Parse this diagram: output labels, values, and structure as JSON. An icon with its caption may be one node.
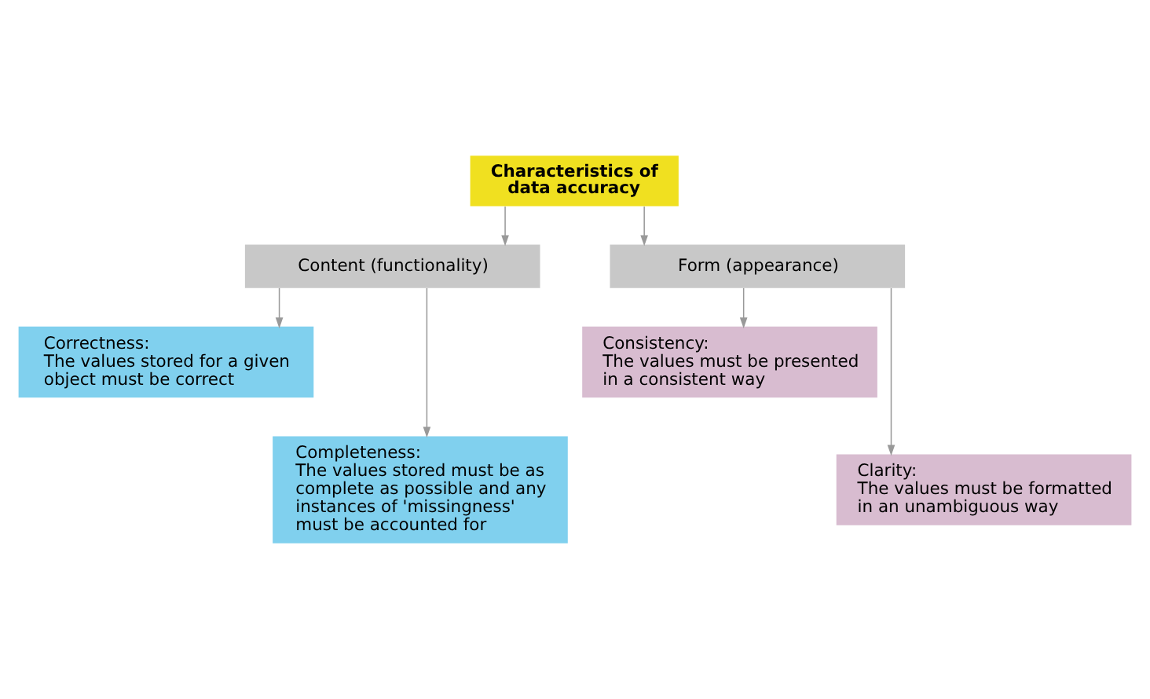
{
  "diagram": {
    "nodes": [
      {
        "text": [
          "Characteristics of data accuracy"
        ]
      },
      {
        "text": [
          "Content (functionality)"
        ]
      },
      {
        "text": [
          "Form (appearance)"
        ]
      },
      {
        "text": [
          "Correctness:",
          "The values stored for a given object must be correct"
        ]
      },
      {
        "text": [
          "Completeness:",
          "The values stored must be as complete as possible and any instances of 'missingness' must be accounted for"
        ]
      },
      {
        "text": [
          "Consistency:",
          "The values must be presented in a consistent way"
        ]
      },
      {
        "text": [
          "Clarity:",
          "The values must be formatted in an unambiguous way"
        ]
      }
    ],
    "edges": [
      {
        "from": 0,
        "to": 1,
        "arrow": "to"
      },
      {
        "from": 0,
        "to": 2,
        "arrow": "to"
      },
      {
        "from": 1,
        "to": 3,
        "arrow": "to"
      },
      {
        "from": 1,
        "to": 4,
        "arrow": "to"
      },
      {
        "from": 2,
        "to": 5,
        "arrow": "to"
      },
      {
        "from": 2,
        "to": 6,
        "arrow": "to"
      }
    ]
  }
}
